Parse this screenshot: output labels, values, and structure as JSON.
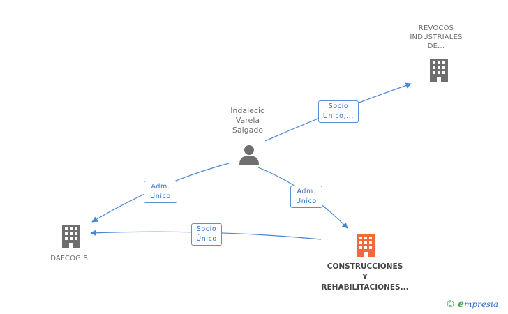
{
  "nodes": {
    "revocos": {
      "lines": [
        "REVOCOS",
        "INDUSTRIALES",
        "DE..."
      ],
      "icon": "building-icon",
      "color": "#6e6e6e"
    },
    "indalecio": {
      "lines": [
        "Indalecio",
        "Varela",
        "Salgado"
      ],
      "icon": "person-icon",
      "color": "#6e6e6e"
    },
    "dafcog": {
      "lines": [
        "DAFCOG SL"
      ],
      "icon": "building-icon",
      "color": "#6e6e6e"
    },
    "construcciones": {
      "lines": [
        "CONSTRUCCIONES",
        "Y",
        "REHABILITACIONES..."
      ],
      "icon": "building-icon",
      "color": "#f06a3a"
    }
  },
  "edges": [
    {
      "id": "indalecio-revocos",
      "label": [
        "Socio",
        "Único,..."
      ]
    },
    {
      "id": "indalecio-dafcog",
      "label": [
        "Adm.",
        "Unico"
      ]
    },
    {
      "id": "indalecio-construcciones",
      "label": [
        "Adm.",
        "Unico"
      ]
    },
    {
      "id": "construcciones-dafcog",
      "label": [
        "Socio",
        "Único"
      ]
    }
  ],
  "colors": {
    "edge": "#4a86d4",
    "edge_label_text": "#2f6fc6"
  },
  "footer": {
    "copyright": "©",
    "brand_first": "e",
    "brand_rest": "mpresia"
  }
}
